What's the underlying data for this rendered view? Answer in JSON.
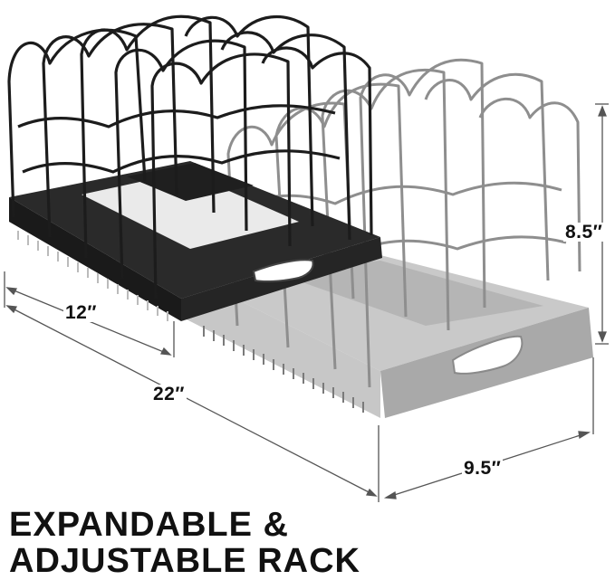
{
  "dimensions": {
    "length_closed": "12″",
    "length_expanded": "22″",
    "height": "8.5″",
    "width": "9.5″"
  },
  "headline": {
    "line1": "EXPANDABLE &",
    "line2": "ADJUSTABLE RACK"
  },
  "colors": {
    "black_section": "#1c1c1c",
    "grey_section": "#9a9a9a",
    "dimension_line": "#555555",
    "text": "#111111"
  },
  "icons": [
    "product-photo-pan-rack"
  ]
}
